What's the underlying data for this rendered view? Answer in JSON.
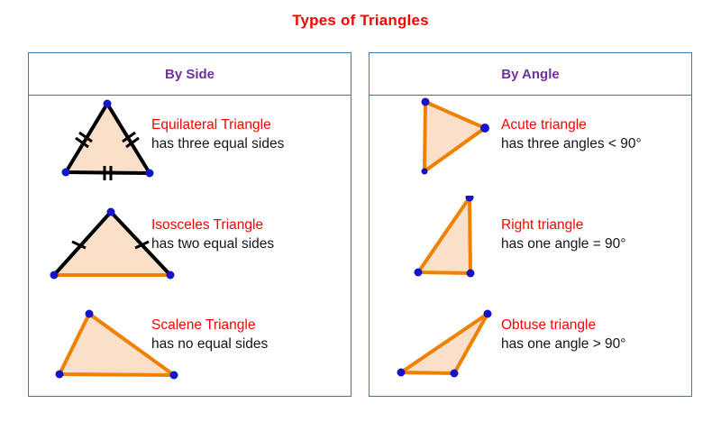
{
  "title": "Types of Triangles",
  "colors": {
    "title": "#ff0000",
    "panel_border": "#3c78a8",
    "header_text": "#7030a0",
    "caption_title": "#ff0000",
    "caption_sub": "#151515",
    "triangle_fill": "#fae0c8",
    "triangle_stroke_orange": "#f08000",
    "triangle_stroke_black": "#000000",
    "vertex_dot": "#1414c8"
  },
  "panels": [
    {
      "id": "by-side",
      "header": "By Side",
      "rows": [
        {
          "figure": "equilateral-triangle",
          "title": "Equilateral Triangle",
          "sub": "has three equal sides"
        },
        {
          "figure": "isosceles-triangle",
          "title": "Isosceles Triangle",
          "sub": "has two equal sides"
        },
        {
          "figure": "scalene-triangle",
          "title": "Scalene Triangle",
          "sub": "has no equal sides"
        }
      ]
    },
    {
      "id": "by-angle",
      "header": "By Angle",
      "rows": [
        {
          "figure": "acute-triangle",
          "title": "Acute triangle",
          "sub": "has three angles < 90°"
        },
        {
          "figure": "right-triangle",
          "title": "Right triangle",
          "sub": "has one angle = 90°"
        },
        {
          "figure": "obtuse-triangle",
          "title": "Obtuse triangle",
          "sub": "has one angle > 90°"
        }
      ]
    }
  ]
}
